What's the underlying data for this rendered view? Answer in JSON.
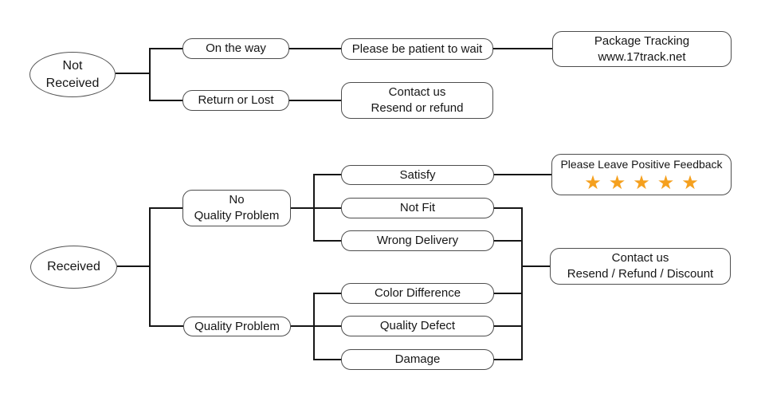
{
  "colors": {
    "background": "#FFFFFF",
    "line": "#161616",
    "box_border": "#4D4D4D",
    "star": "#F5A01E"
  },
  "not_received_flow": {
    "root": "Not\nReceived",
    "on_the_way": "On the way",
    "please_wait": "Please be patient to wait",
    "package_tracking": "Package Tracking\nwww.17track.net",
    "return_or_lost": "Return or Lost",
    "contact_resend_refund": "Contact us\nResend or refund"
  },
  "received_flow": {
    "root": "Received",
    "no_quality_problem": "No\nQuality Problem",
    "quality_problem": "Quality Problem",
    "satisfy": "Satisfy",
    "not_fit": "Not Fit",
    "wrong_delivery": "Wrong Delivery",
    "color_difference": "Color Difference",
    "quality_defect": "Quality Defect",
    "damage": "Damage",
    "positive_feedback": "Please Leave Positive Feedback",
    "star_glyph": "★",
    "star_count": 5,
    "contact_resend_refund_discount": "Contact us\nResend / Refund / Discount"
  }
}
